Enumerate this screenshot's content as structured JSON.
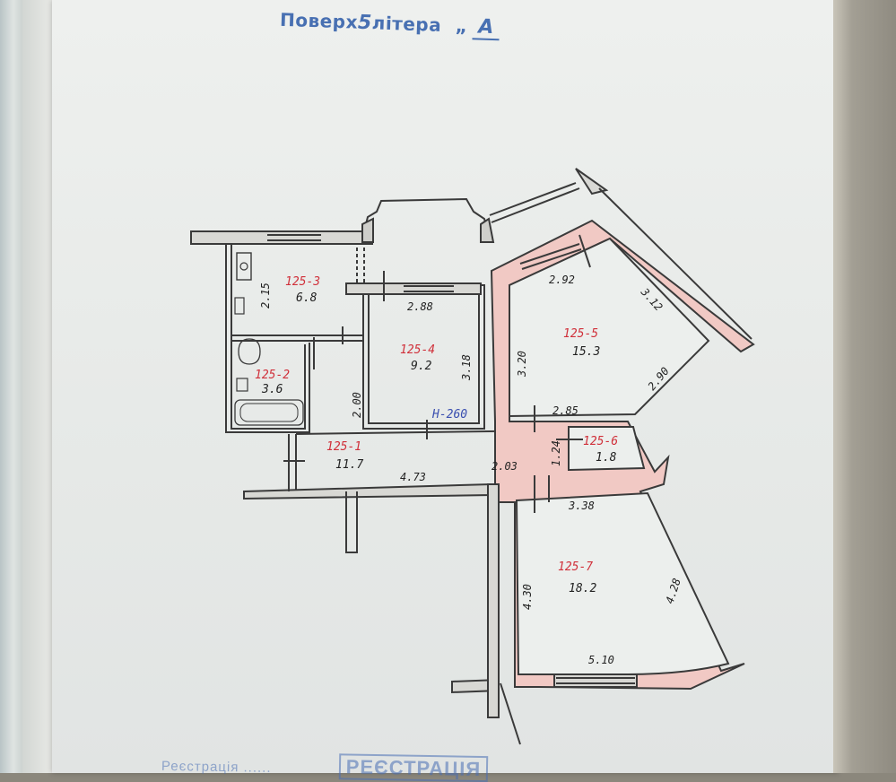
{
  "header": {
    "floor_label": "Поверх",
    "floor_number": "5",
    "letter_label": "літера",
    "quote": "„",
    "letter_value": "А"
  },
  "plan": {
    "height_label": "H-260",
    "rooms": [
      {
        "id": "125-1",
        "area": "11.7"
      },
      {
        "id": "125-2",
        "area": "3.6"
      },
      {
        "id": "125-3",
        "area": "6.8"
      },
      {
        "id": "125-4",
        "area": "9.2"
      },
      {
        "id": "125-5",
        "area": "15.3"
      },
      {
        "id": "125-6",
        "area": "1.8"
      },
      {
        "id": "125-7",
        "area": "18.2"
      }
    ],
    "dimensions": [
      "2.15",
      "2.88",
      "3.18",
      "2.00",
      "4.73",
      "2.03",
      "1.24",
      "2.92",
      "3.12",
      "3.20",
      "2.90",
      "2.85",
      "3.38",
      "4.30",
      "4.28",
      "5.10"
    ]
  },
  "footer": {
    "stamp_text": "Реєстрація ......",
    "stamp_big": "РЕЄСТРАЦІЯ"
  },
  "colors": {
    "stamp_blue": "#2c5aa8",
    "room_id_red": "#d0303a",
    "wall_fill": "#f1c9c4",
    "wall_stroke": "#3a3a3a"
  }
}
